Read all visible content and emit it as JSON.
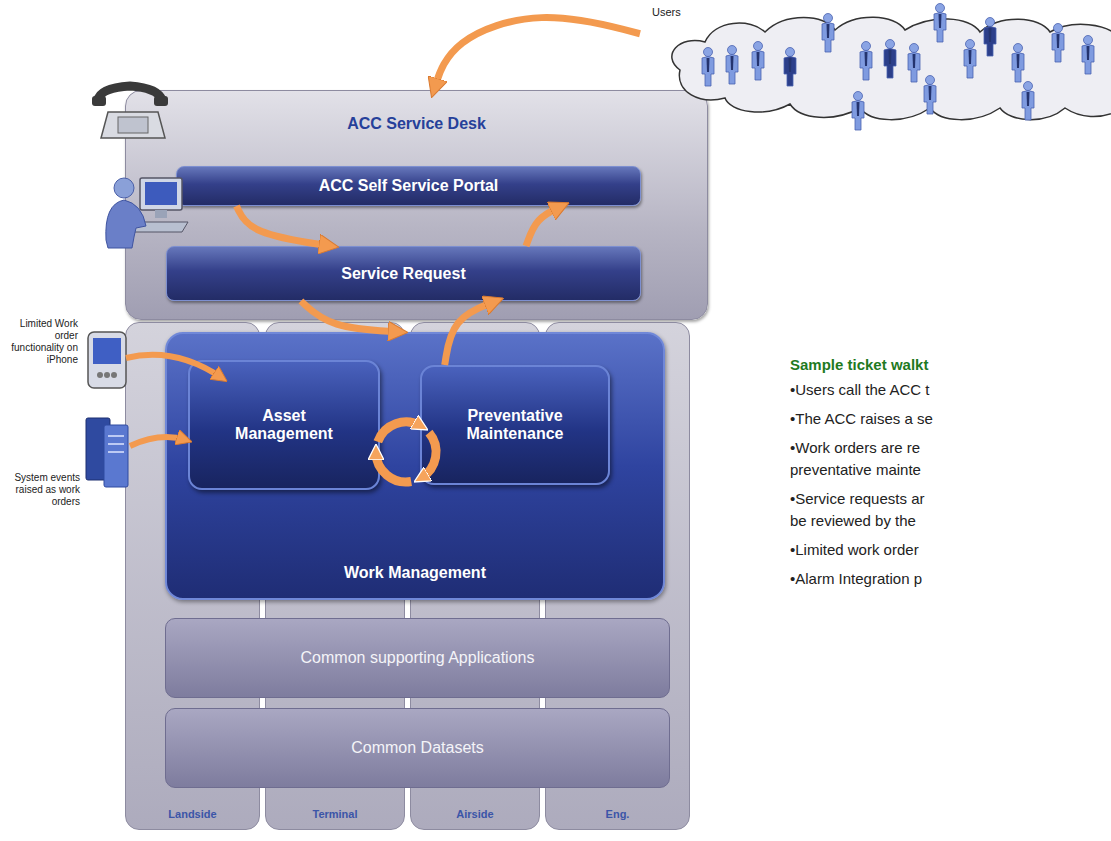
{
  "diagram": {
    "nodes": [
      {
        "text": [
          "ACC Service Desk"
        ]
      },
      {
        "text": [
          "ACC Self Service Portal"
        ],
        "in": 0
      },
      {
        "text": [
          "Service Request"
        ],
        "in": 0
      },
      {
        "text": [
          "Landside"
        ]
      },
      {
        "text": [
          "Terminal"
        ]
      },
      {
        "text": [
          "Airside"
        ]
      },
      {
        "text": [
          "Eng."
        ]
      },
      {
        "text": [
          "Work Management"
        ]
      },
      {
        "text": [
          "Asset Management"
        ],
        "in": 7
      },
      {
        "text": [
          "Preventative Maintenance"
        ],
        "in": 7
      },
      {
        "text": [
          "Common supporting Applications"
        ]
      },
      {
        "text": [
          "Common Datasets"
        ]
      },
      {
        "text": [
          "Users"
        ]
      }
    ],
    "edges": [
      {
        "from": 12,
        "to": 0,
        "arrow": "to"
      },
      {
        "from": 1,
        "to": 2,
        "arrow": "to"
      },
      {
        "from": 2,
        "to": 7,
        "arrow": "to"
      },
      {
        "from": 9,
        "to": 2,
        "arrow": "to"
      },
      {
        "from": 2,
        "to": 1,
        "arrow": "to"
      }
    ],
    "labels": [
      "Limited Work order functionality on iPhone",
      "System events raised as work orders",
      "Sample ticket walkt",
      "•Users call the ACC t",
      "•The ACC raises a se",
      "•Work orders are re preventative mainte",
      "•Service requests ar be reviewed by the",
      "•Limited work order",
      "•Alarm Integration p"
    ]
  }
}
